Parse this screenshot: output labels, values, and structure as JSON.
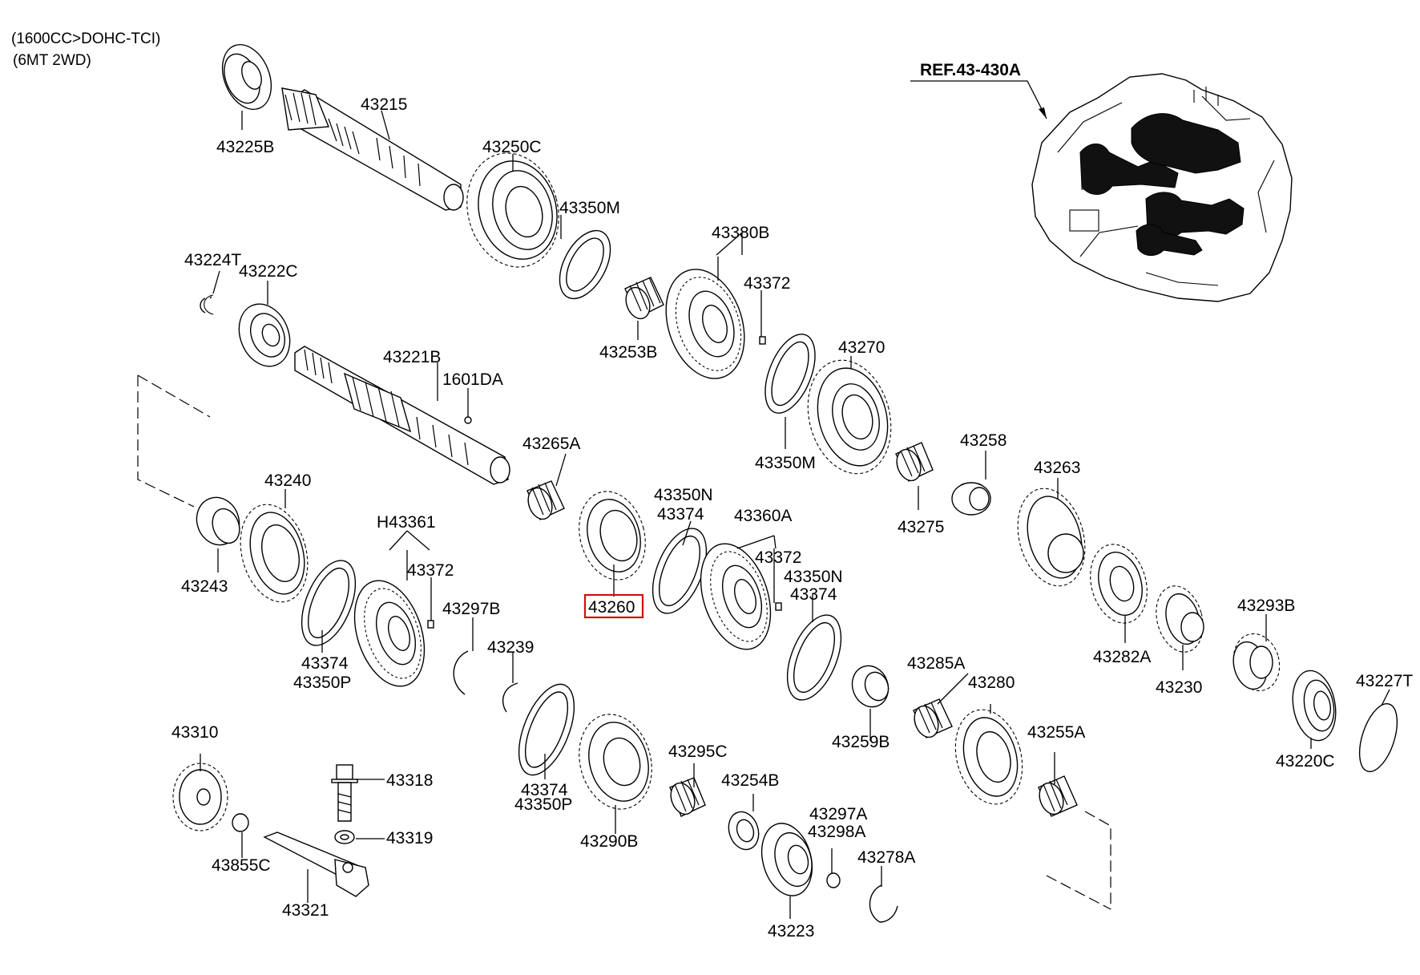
{
  "header": {
    "engine": "(1600CC>DOHC-TCI)",
    "transmission": "(6MT 2WD)",
    "reference": "REF.43-430A"
  },
  "highlighted_part": "43260",
  "labels": {
    "p43225B": "43225B",
    "p43215": "43215",
    "p43250C": "43250C",
    "p43350M_a": "43350M",
    "p43380B": "43380B",
    "p43372_a": "43372",
    "p43253B": "43253B",
    "p43224T": "43224T",
    "p43222C": "43222C",
    "p43221B": "43221B",
    "p1601DA": "1601DA",
    "p43270": "43270",
    "p43350M_b": "43350M",
    "p43265A": "43265A",
    "p43258": "43258",
    "p43275": "43275",
    "p43263": "43263",
    "p43240": "43240",
    "p43243": "43243",
    "pH43361": "H43361",
    "p43372_b": "43372",
    "p43297B": "43297B",
    "p43374_a": "43374",
    "p43350P_a": "43350P",
    "p43239": "43239",
    "p43260": "43260",
    "p43350N_a": "43350N",
    "p43374_b": "43374",
    "p43360A": "43360A",
    "p43372_c": "43372",
    "p43350N_b": "43350N",
    "p43374_c": "43374",
    "p43282A": "43282A",
    "p43230": "43230",
    "p43293B": "43293B",
    "p43227T": "43227T",
    "p43220C": "43220C",
    "p43285A": "43285A",
    "p43280": "43280",
    "p43259B": "43259B",
    "p43255A": "43255A",
    "p43310": "43310",
    "p43318": "43318",
    "p43319": "43319",
    "p43855C": "43855C",
    "p43321": "43321",
    "p43374_d": "43374",
    "p43350P_b": "43350P",
    "p43290B": "43290B",
    "p43295C": "43295C",
    "p43254B": "43254B",
    "p43297A": "43297A",
    "p43298A": "43298A",
    "p43278A": "43278A",
    "p43223": "43223"
  },
  "colors": {
    "highlight": "#d01010",
    "ink": "#000000"
  }
}
